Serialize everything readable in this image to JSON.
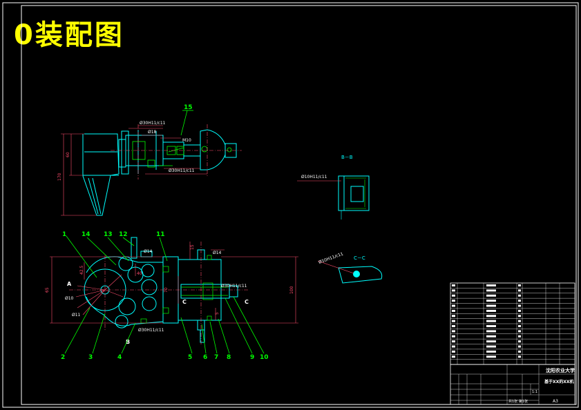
{
  "drawing_title": "0装配图",
  "colors": {
    "background": "#000000",
    "frame": "#ffffff",
    "outline": "#00ffff",
    "dimension": "#ff4d6d",
    "callout": "#00ff00",
    "hatch": "#00ff00",
    "title_text": "#ffff00"
  },
  "section_labels": {
    "bb": "B－B",
    "cc": "C－C"
  },
  "fits": {
    "top_fit_1": "Ø30H11/c11",
    "top_fit_2": "Ø18",
    "top_thread": "M10",
    "top_fit_3": "Ø30H11/c11",
    "bb_fit": "Ø10H11/c11",
    "cc_fit": "Ø10H11/c11",
    "front_fit_1": "Ø14",
    "front_fit_2": "Ø30H11/c11",
    "front_fit_3": "Ø14",
    "front_fit_4": "Ø30H11/c11",
    "front_dim_a": "Ø10",
    "front_dim_b": "Ø11"
  },
  "dimensions": {
    "top_height_1": "60",
    "top_height_2": "170",
    "front_height_1": "65",
    "front_height_2": "100",
    "front_small_1": "42.5",
    "front_small_2": "40",
    "front_small_3": "70",
    "front_small_4": "15",
    "front_small_5": "5"
  },
  "callouts": {
    "n15": "15",
    "n1": "1",
    "n14": "14",
    "n13": "13",
    "n12": "12",
    "n11": "11",
    "n2": "2",
    "n3": "3",
    "n4": "4",
    "n5": "5",
    "n6": "6",
    "n7": "7",
    "n8": "8",
    "n9": "9",
    "n10": "10"
  },
  "view_markers": {
    "a": "A",
    "b": "B",
    "c1": "C",
    "c2": "C"
  },
  "title_block": {
    "school": "沈阳农业大学",
    "drawing_name": "基于XX的XX机",
    "sheet_info": "共1张 第1张",
    "scale": "1:1",
    "format": "A3"
  }
}
